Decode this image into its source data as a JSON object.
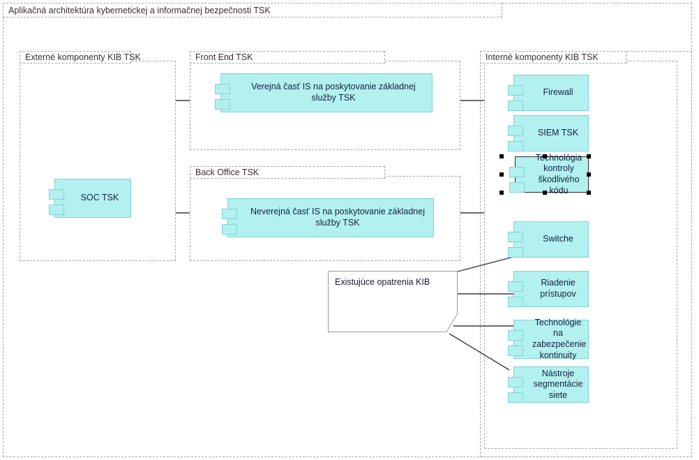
{
  "diagram": {
    "title": "Aplikačná architektúra kybernetickej a informačnej bezpečnosti TSK",
    "accent_fill": "#b3f0f0",
    "accent_border": "#7fd4d4",
    "frame_border": "#a6a6a6",
    "selection_color": "#000000",
    "connector_color": "#3a3a3a"
  },
  "packages": {
    "external": {
      "label": "Externé komponenty KIB TSK"
    },
    "front_end": {
      "label": "Front End TSK"
    },
    "back_office": {
      "label": "Back Office TSK"
    },
    "internal": {
      "label": "Interné komponenty KIB TSK"
    }
  },
  "components": {
    "soc": {
      "label": "SOC TSK",
      "selected": false
    },
    "public_is": {
      "label": "Verejná časť IS na poskytovanie základnej služby TSK",
      "selected": false
    },
    "nonpublic_is": {
      "label": "Neverejná časť IS na poskytovanie základnej služby TSK",
      "selected": false
    },
    "firewall": {
      "label": "Firewall",
      "selected": false
    },
    "siem": {
      "label": "SIEM TSK",
      "selected": false
    },
    "malware": {
      "label": "Technológia kontroly škodlivého kódu",
      "selected": true
    },
    "switches": {
      "label": "Switche",
      "selected": false
    },
    "access": {
      "label": "Riadenie prístupov",
      "selected": false
    },
    "continuity": {
      "label": "Technológie na zabezpečenie kontinuity",
      "selected": false
    },
    "segmentation": {
      "label": "Nástroje segmentácie siete",
      "selected": false
    }
  },
  "note": {
    "label": "Existujúce opatrenia KIB"
  }
}
